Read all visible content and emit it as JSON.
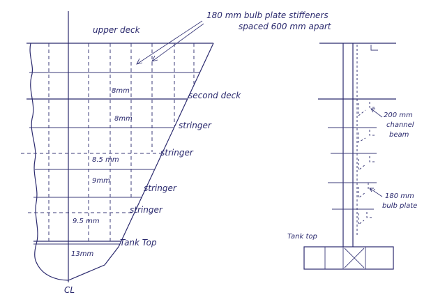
{
  "labels": {
    "upper_deck": "upper deck",
    "stiffeners_line1": "180 mm bulb plate stiffeners",
    "stiffeners_line2": "spaced 600 mm apart",
    "second_deck": "second deck",
    "stringer": "stringer",
    "tank_top_left": "Tank Top",
    "centreline": "CL",
    "channel_beam_1": "200 mm",
    "channel_beam_2": "channel",
    "channel_beam_3": "beam",
    "bulb_plate_1": "180 mm",
    "bulb_plate_2": "bulb plate",
    "tank_top_right": "Tank top"
  },
  "plate_thicknesses": [
    "8mm",
    "8mm",
    "8.5 mm",
    "9mm",
    "9.5 mm",
    "13mm"
  ],
  "colors": {
    "ink": "#2b2a6e",
    "paper": "#ffffff"
  }
}
